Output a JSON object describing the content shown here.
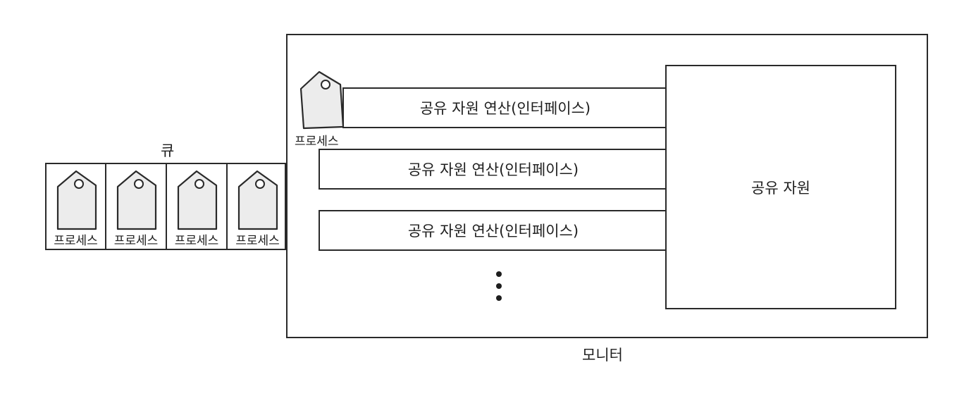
{
  "monitor": {
    "label": "모니터"
  },
  "shared_resource": {
    "label": "공유 자원"
  },
  "operations": [
    {
      "label": "공유 자원 연산(인터페이스)"
    },
    {
      "label": "공유 자원 연산(인터페이스)"
    },
    {
      "label": "공유 자원 연산(인터페이스)"
    }
  ],
  "active_process": {
    "label": "프로세스"
  },
  "queue": {
    "label": "큐",
    "processes": [
      {
        "label": "프로세스"
      },
      {
        "label": "프로세스"
      },
      {
        "label": "프로세스"
      },
      {
        "label": "프로세스"
      }
    ]
  },
  "colors": {
    "stroke": "#2a2a2a",
    "tag_fill": "#ececec",
    "background": "#ffffff"
  }
}
